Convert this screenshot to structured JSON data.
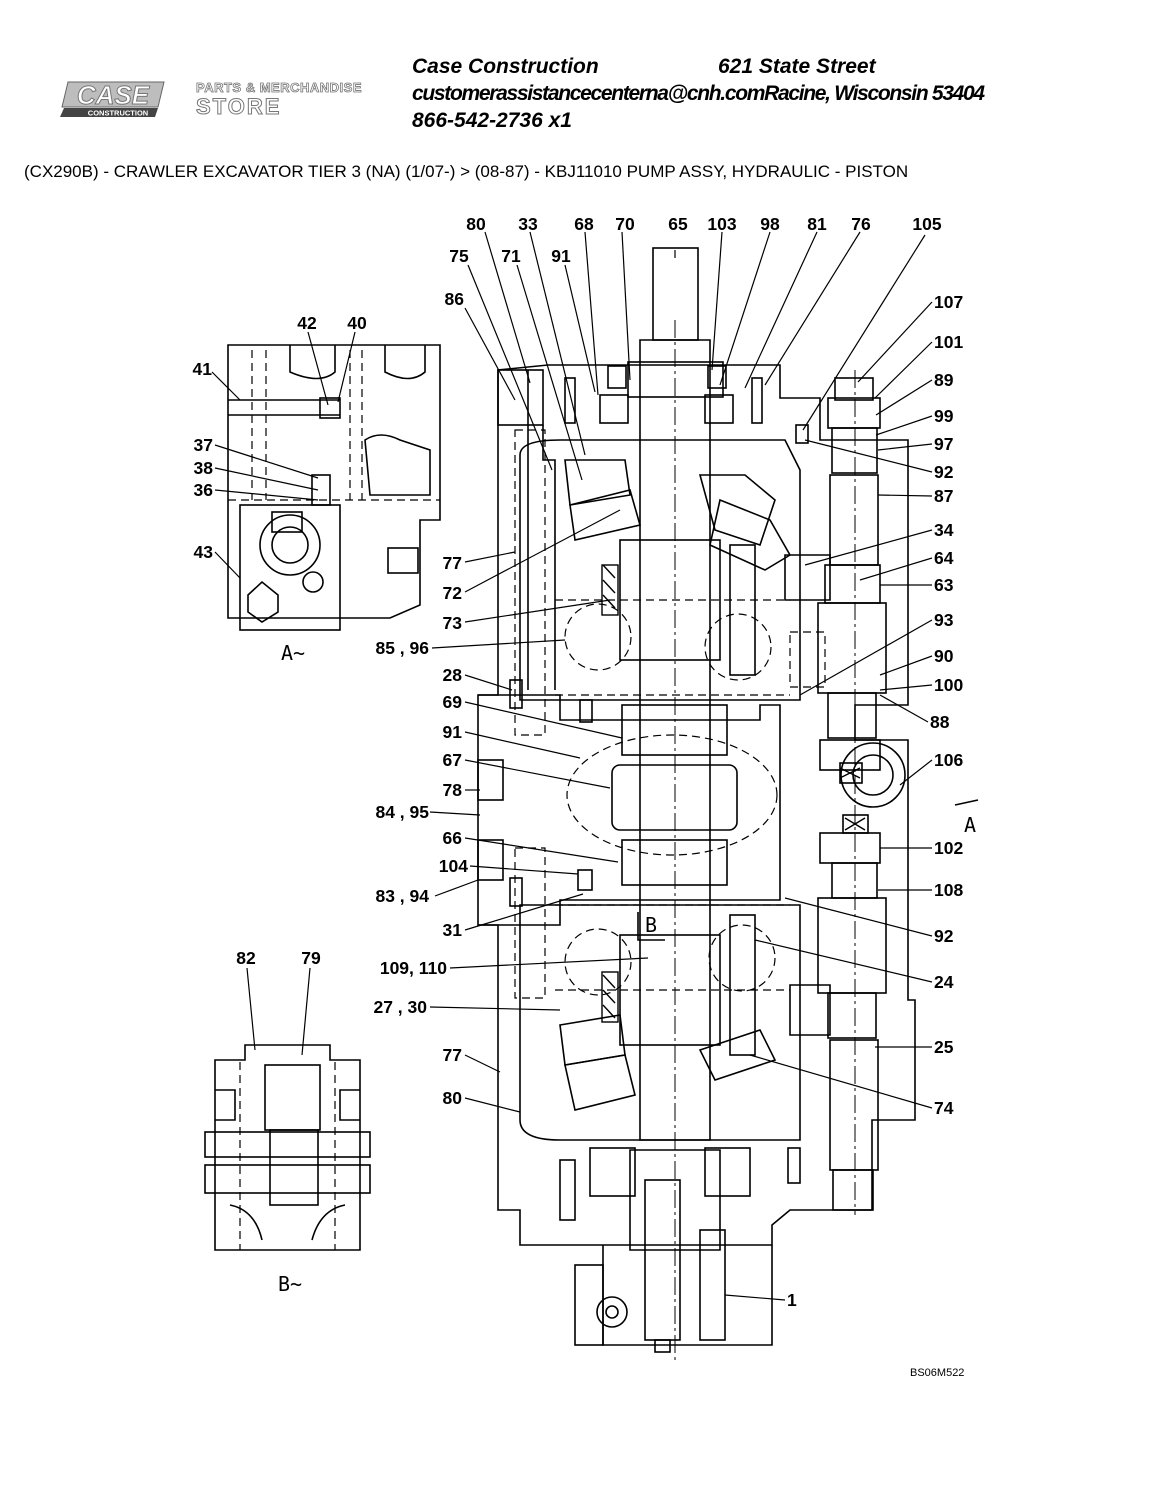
{
  "header": {
    "brand_logo_text": "CASE",
    "brand_logo_sub": "CONSTRUCTION",
    "store_logo_line1": "PARTS & MERCHANDISE",
    "store_logo_line2": "STORE",
    "company": "Case Construction",
    "street": "621 State Street",
    "email_city": "customerassistancecenterna@cnh.comRacine, Wisconsin 53404",
    "phone": "866-542-2736 x1"
  },
  "subtitle": "(CX290B) - CRAWLER EXCAVATOR TIER 3 (NA) (1/07-) > (08-87) - KBJ11010 PUMP ASSY, HYDRAULIC - PISTON",
  "drawing_code": "BS06M522",
  "views": {
    "view_a_caption": "A~",
    "view_b_caption": "B~",
    "section_a": "A",
    "section_b": "B"
  },
  "callouts": {
    "top": [
      "80",
      "33",
      "68",
      "70",
      "65",
      "103",
      "98",
      "81",
      "76",
      "105"
    ],
    "top_second_row": [
      "75",
      "71",
      "91"
    ],
    "left_main": [
      "86",
      "77",
      "72",
      "73",
      "85 , 96",
      "28",
      "69",
      "91",
      "67",
      "78",
      "84 , 95",
      "66",
      "104",
      "83 , 94",
      "31",
      "109, 110",
      "27 , 30",
      "77",
      "80"
    ],
    "right_main": [
      "107",
      "101",
      "89",
      "99",
      "97",
      "92",
      "87",
      "34",
      "64",
      "63",
      "93",
      "90",
      "100",
      "88",
      "106",
      "102",
      "108",
      "92",
      "24",
      "25",
      "74",
      "1"
    ],
    "view_a": [
      "42",
      "40",
      "41",
      "37",
      "38",
      "36",
      "43"
    ],
    "view_b": [
      "82",
      "79"
    ]
  }
}
